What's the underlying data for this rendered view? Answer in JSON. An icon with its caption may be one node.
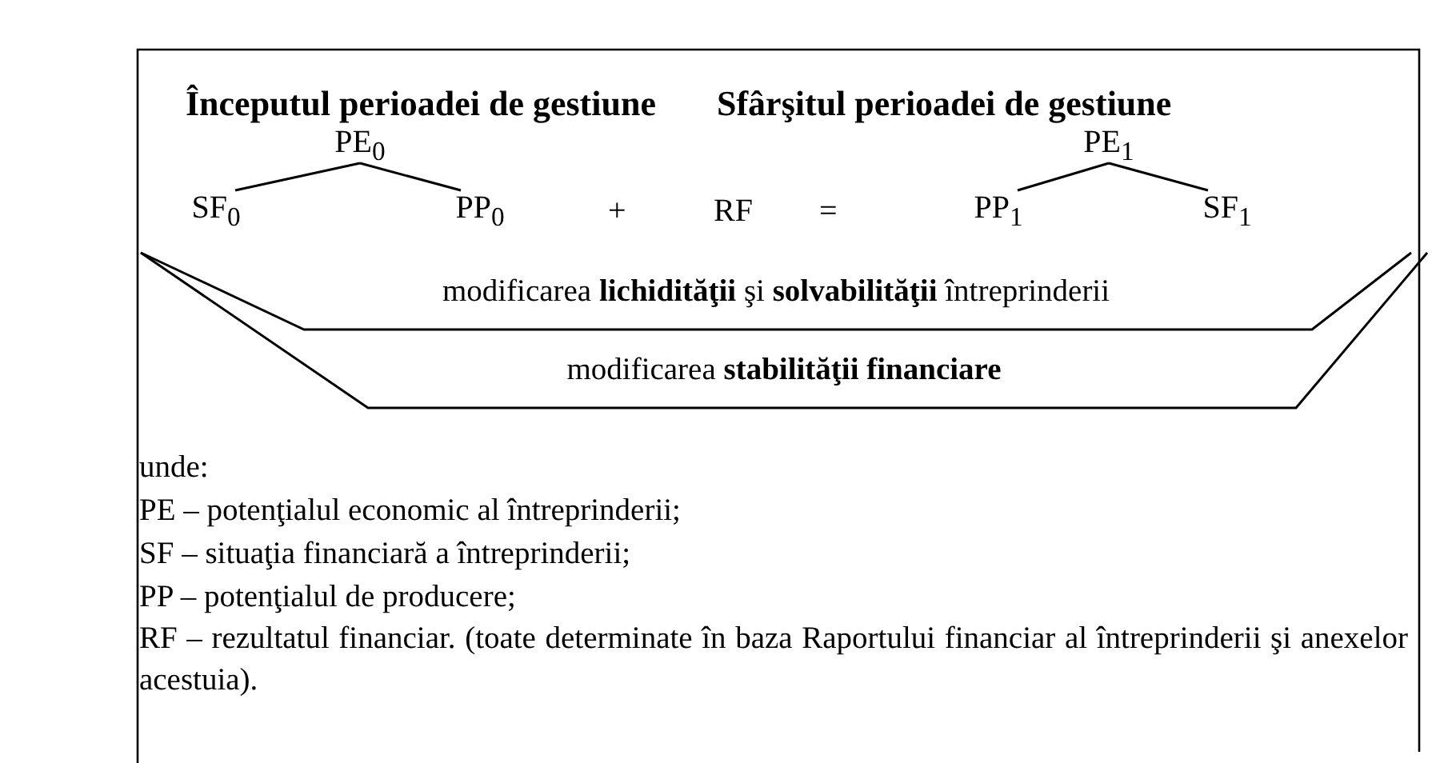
{
  "diagram": {
    "nodes": [
      {
        "text": [
          "PE$_{0}$"
        ]
      },
      {
        "text": [
          "SF$_{0}$"
        ]
      },
      {
        "text": [
          "PP$_{0}$"
        ]
      },
      {
        "text": [
          "PE$_{1}$"
        ]
      },
      {
        "text": [
          "PP$_{1}$"
        ]
      },
      {
        "text": [
          "SF$_{1}$"
        ]
      },
      {
        "text": [
          "modificarea **lichidităţii** şi **solvabilităţii** întreprinderii"
        ],
        "in": 7
      },
      {
        "text": [
          "modificarea **stabilităţii financiare**"
        ]
      }
    ],
    "edges": [
      {
        "from": 0,
        "to": 1,
        "arrow": "none"
      },
      {
        "from": 0,
        "to": 2,
        "arrow": "none"
      },
      {
        "from": 3,
        "to": 4,
        "arrow": "none"
      },
      {
        "from": 3,
        "to": 5,
        "arrow": "none"
      }
    ],
    "labels": [
      "Începutul perioadei de gestiune",
      "Sfârşitul perioadei de gestiune",
      "+",
      "RF",
      "=",
      "unde:",
      "PE – potenţialul economic al întreprinderii;",
      "SF – situaţia financiară a întreprinderii;",
      "PP – potenţialul de producere;",
      "RF – rezultatul financiar. (toate determinate în baza Raportului financiar al întreprinderii şi anexelor acestuia)."
    ]
  }
}
